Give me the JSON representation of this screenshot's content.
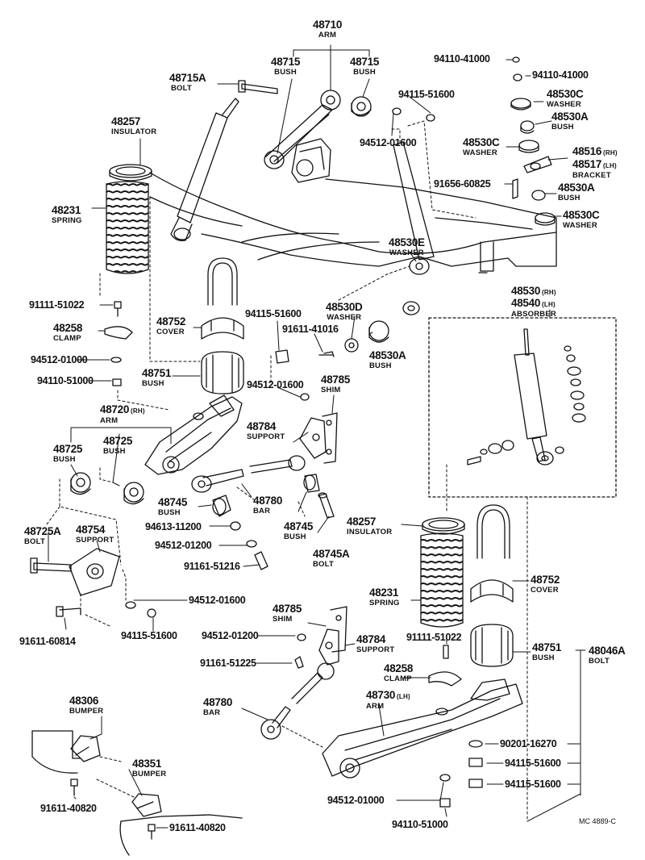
{
  "labels": {
    "arm_48710": {
      "num": "48710",
      "sub": "ARM"
    },
    "bush_48715_l": {
      "num": "48715",
      "sub": "BUSH"
    },
    "bush_48715_r": {
      "num": "48715",
      "sub": "BUSH"
    },
    "bolt_48715a": {
      "num": "48715A",
      "sub": "BOLT"
    },
    "insulator_48257_top": {
      "num": "48257",
      "sub": "INSULATOR"
    },
    "spring_48231_top": {
      "num": "48231",
      "sub": "SPRING"
    },
    "nut_94110_41000_a": {
      "num": "94110-41000"
    },
    "nut_94110_41000_b": {
      "num": "94110-41000"
    },
    "washer_48530c_a": {
      "num": "48530C",
      "sub": "WASHER"
    },
    "bush_48530a_top": {
      "num": "48530A",
      "sub": "BUSH"
    },
    "washer_48530c_b": {
      "num": "48530C",
      "sub": "WASHER"
    },
    "bracket_48516": {
      "num": "48516",
      "suffix": "(RH)"
    },
    "bracket_48517": {
      "num": "48517",
      "suffix": "(LH)",
      "sub": "BRACKET"
    },
    "bolt_91656_60825": {
      "num": "91656-60825"
    },
    "bush_48530a_mid": {
      "num": "48530A",
      "sub": "BUSH"
    },
    "washer_48530c_c": {
      "num": "48530C",
      "sub": "WASHER"
    },
    "nut_94115_51600_top": {
      "num": "94115-51600"
    },
    "washer_94512_01600_top": {
      "num": "94512-01600"
    },
    "washer_48530e": {
      "num": "48530E",
      "sub": "WASHER"
    },
    "absorber_48530": {
      "num": "48530",
      "suffix": "(RH)"
    },
    "absorber_48540": {
      "num": "48540",
      "suffix": "(LH)",
      "sub": "ABSORBER"
    },
    "bolt_91111_51022_l": {
      "num": "91111-51022"
    },
    "clamp_48258_l": {
      "num": "48258",
      "sub": "CLAMP"
    },
    "washer_94512_01000_l": {
      "num": "94512-01000"
    },
    "nut_94110_51000_l": {
      "num": "94110-51000"
    },
    "cover_48752_l": {
      "num": "48752",
      "sub": "COVER"
    },
    "bush_48751_l": {
      "num": "48751",
      "sub": "BUSH"
    },
    "nut_94115_51600_mid": {
      "num": "94115-51600"
    },
    "bolt_91611_41016": {
      "num": "91611-41016"
    },
    "washer_48530d": {
      "num": "48530D",
      "sub": "WASHER"
    },
    "bush_48530a_low": {
      "num": "48530A",
      "sub": "BUSH"
    },
    "washer_94512_01600_mid": {
      "num": "94512-01600"
    },
    "shim_48785_top": {
      "num": "48785",
      "sub": "SHIM"
    },
    "arm_48720": {
      "num": "48720",
      "suffix": "(RH)",
      "sub": "ARM"
    },
    "bush_48725_l": {
      "num": "48725",
      "sub": "BUSH"
    },
    "bush_48725_r": {
      "num": "48725",
      "sub": "BUSH"
    },
    "support_48784_top": {
      "num": "48784",
      "sub": "SUPPORT"
    },
    "bush_48745_l": {
      "num": "48745",
      "sub": "BUSH"
    },
    "bar_48780_top": {
      "num": "48780",
      "sub": "BAR"
    },
    "bush_48745_r": {
      "num": "48745",
      "sub": "BUSH"
    },
    "nut_94613_11200": {
      "num": "94613-11200"
    },
    "washer_94512_01200_top": {
      "num": "94512-01200"
    },
    "bolt_91161_51216": {
      "num": "91161-51216"
    },
    "bolt_48745a": {
      "num": "48745A",
      "sub": "BOLT"
    },
    "bolt_48725a": {
      "num": "48725A",
      "sub": "BOLT"
    },
    "support_48754": {
      "num": "48754",
      "sub": "SUPPORT"
    },
    "washer_94512_01600_low": {
      "num": "94512-01600"
    },
    "nut_94115_51600_low": {
      "num": "94115-51600"
    },
    "bolt_91611_60814": {
      "num": "91611-60814"
    },
    "insulator_48257_low": {
      "num": "48257",
      "sub": "INSULATOR"
    },
    "spring_48231_low": {
      "num": "48231",
      "sub": "SPRING"
    },
    "cover_48752_r": {
      "num": "48752",
      "sub": "COVER"
    },
    "bolt_91111_51022_r": {
      "num": "91111-51022"
    },
    "bush_48751_r": {
      "num": "48751",
      "sub": "BUSH"
    },
    "bolt_48046a": {
      "num": "48046A",
      "sub": "BOLT"
    },
    "shim_48785_low": {
      "num": "48785",
      "sub": "SHIM"
    },
    "washer_94512_01200_low": {
      "num": "94512-01200"
    },
    "support_48784_low": {
      "num": "48784",
      "sub": "SUPPORT"
    },
    "bolt_91161_51225": {
      "num": "91161-51225"
    },
    "clamp_48258_r": {
      "num": "48258",
      "sub": "CLAMP"
    },
    "arm_48730": {
      "num": "48730",
      "suffix": "(LH)",
      "sub": "ARM"
    },
    "bar_48780_low": {
      "num": "48780",
      "sub": "BAR"
    },
    "bumper_48306": {
      "num": "48306",
      "sub": "BUMPER"
    },
    "bumper_48351": {
      "num": "48351",
      "sub": "BUMPER"
    },
    "bolt_91611_40820_a": {
      "num": "91611-40820"
    },
    "bolt_91611_40820_b": {
      "num": "91611-40820"
    },
    "washer_90201_16270": {
      "num": "90201-16270"
    },
    "nut_94115_51600_r1": {
      "num": "94115-51600"
    },
    "nut_94115_51600_r2": {
      "num": "94115-51600"
    },
    "washer_94512_01000_low": {
      "num": "94512-01000"
    },
    "nut_94110_51000_low": {
      "num": "94110-51000"
    },
    "diagram_code": {
      "num": "MC 4889-C"
    }
  }
}
